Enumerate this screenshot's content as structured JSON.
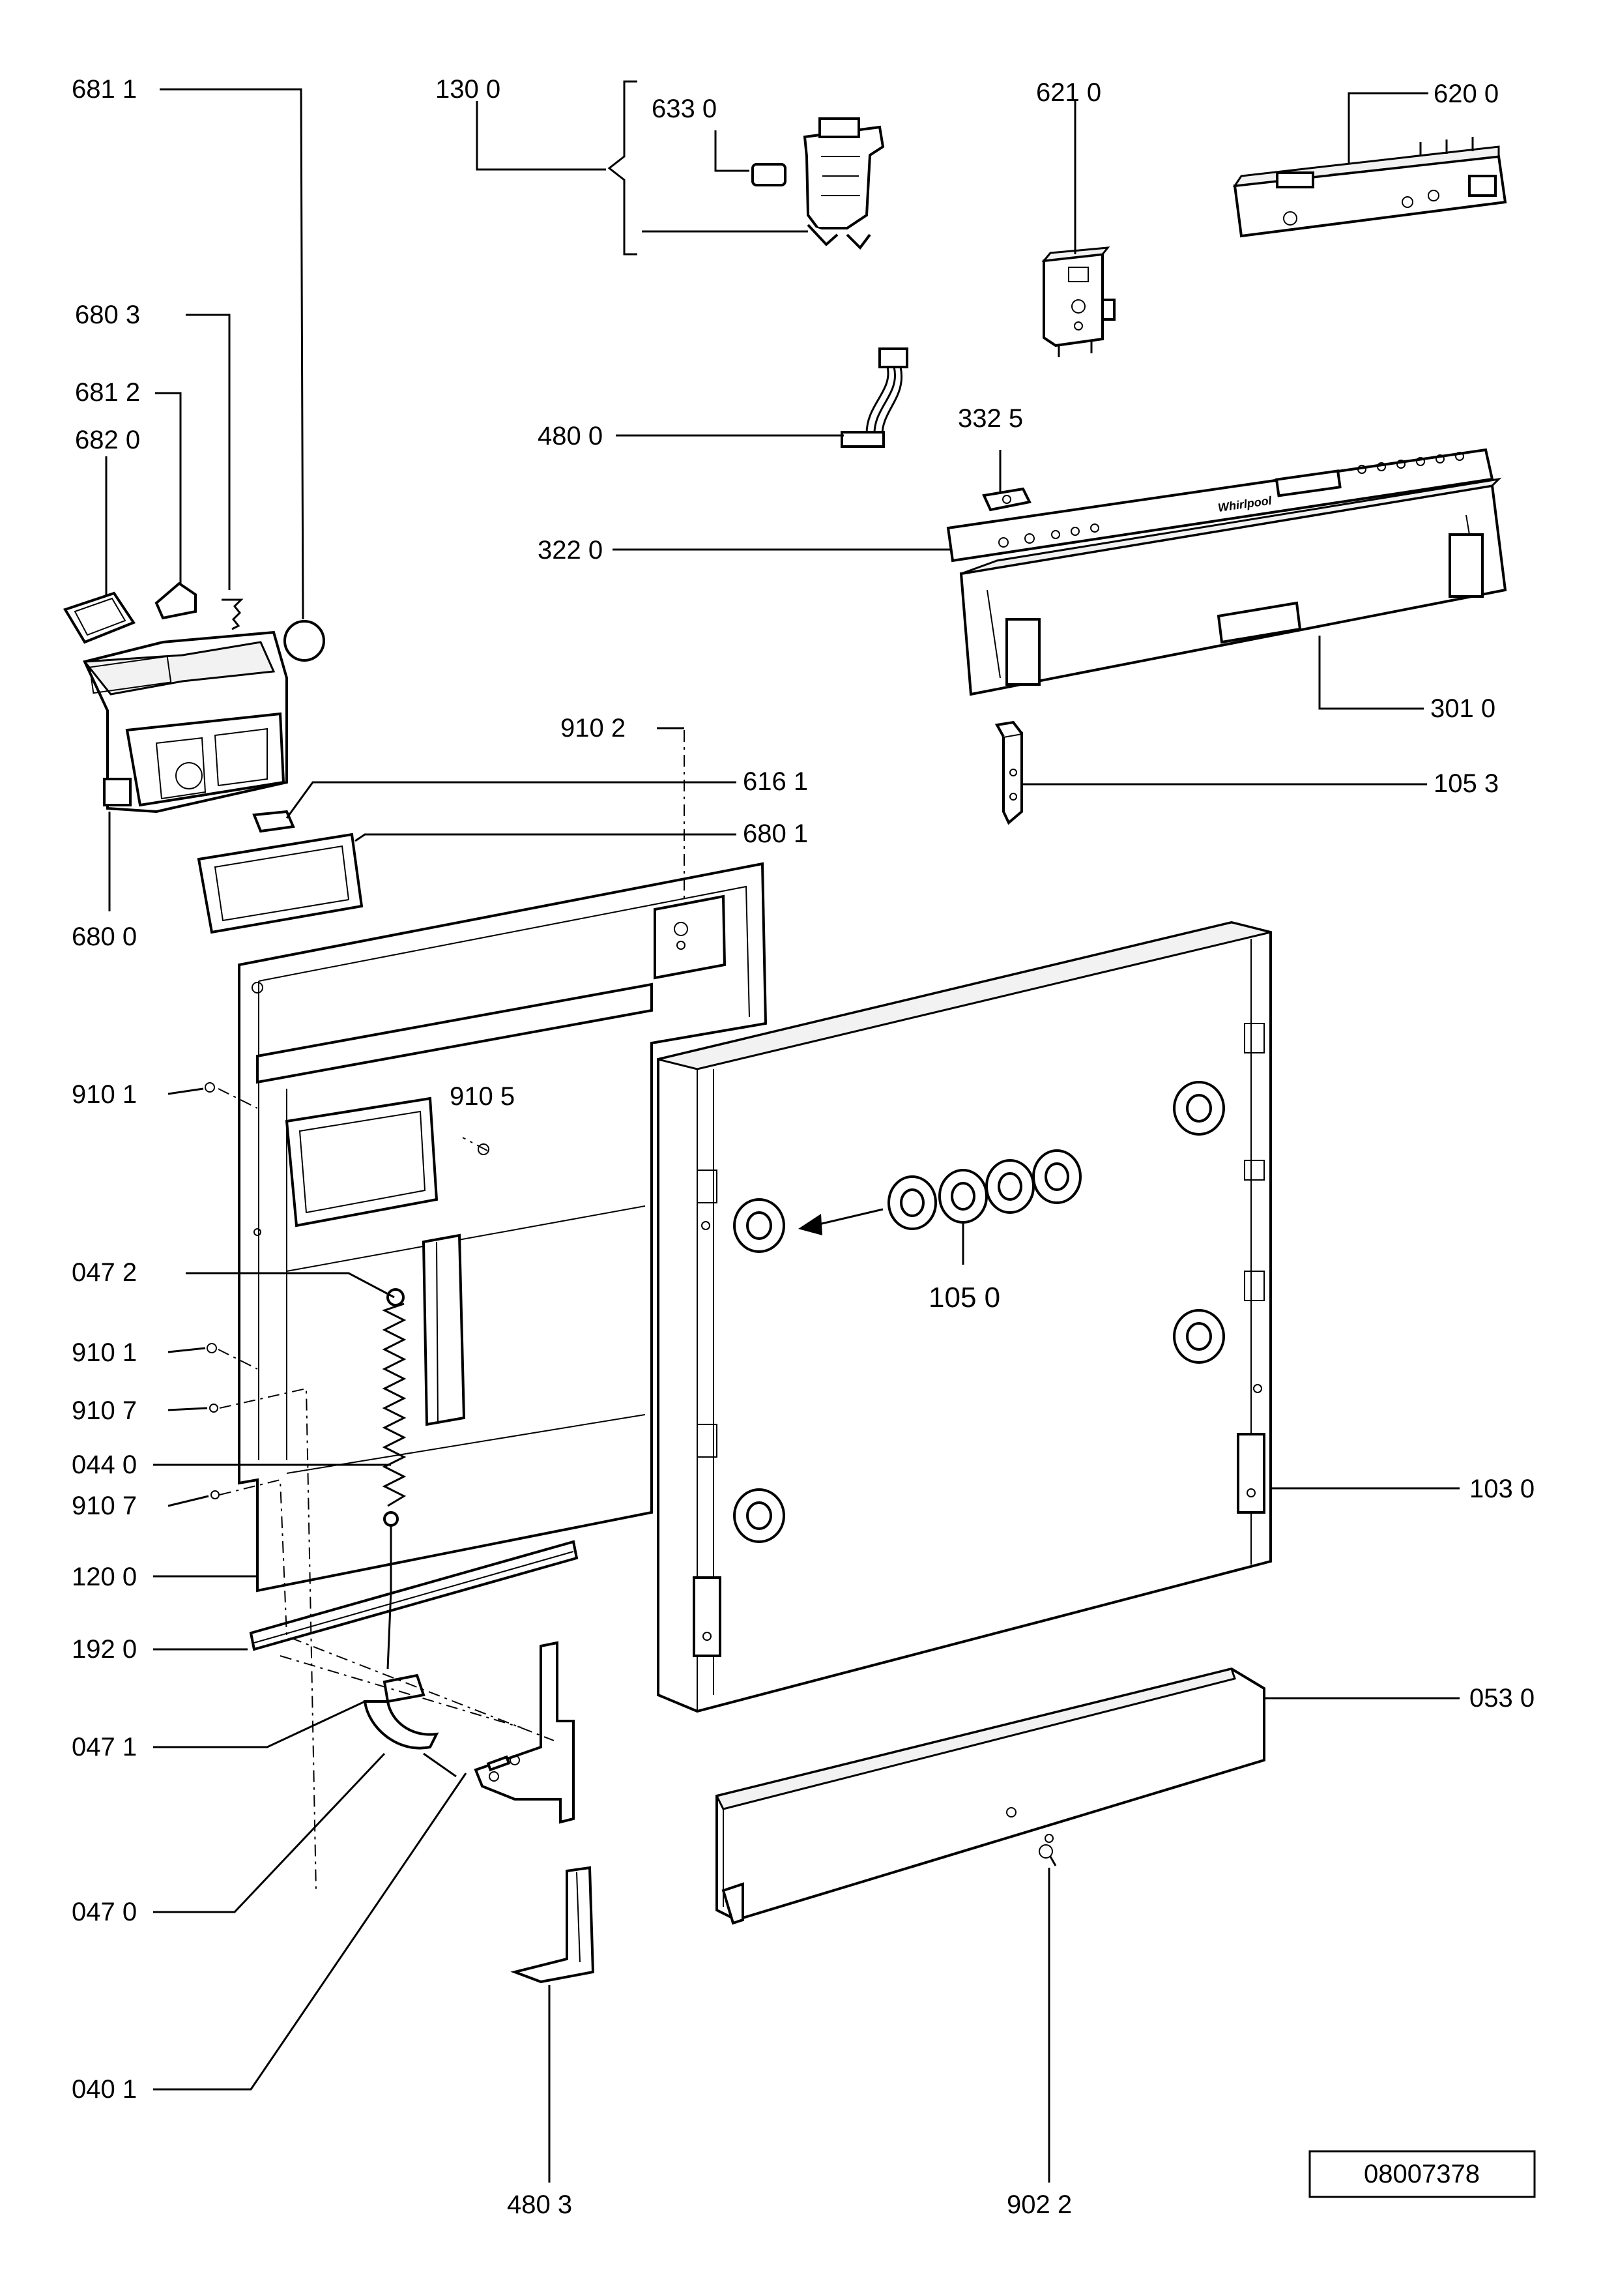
{
  "labels": {
    "l6811": "681 1",
    "l1300": "130 0",
    "l6330": "633 0",
    "l6210": "621 0",
    "l6200": "620 0",
    "l6803": "680 3",
    "l6812": "681 2",
    "l6820": "682 0",
    "l4800": "480 0",
    "l3325": "332 5",
    "l3220": "322 0",
    "l3010": "301 0",
    "l9102": "910 2",
    "l6161": "616 1",
    "l6801": "680 1",
    "l1053": "105 3",
    "l6800": "680 0",
    "l9101a": "910 1",
    "l9105": "910 5",
    "l0472": "047 2",
    "l1050": "105 0",
    "l9101b": "910 1",
    "l9107a": "910 7",
    "l0440": "044 0",
    "l9107b": "910 7",
    "l1030": "103 0",
    "l1200": "120 0",
    "l1920": "192 0",
    "l0471": "047 1",
    "l0530": "053 0",
    "l0470": "047 0",
    "l0401": "040 1",
    "l4803": "480 3",
    "l9022": "902 2"
  },
  "document_number": "08007378",
  "brand_mark": "Whirlpool"
}
